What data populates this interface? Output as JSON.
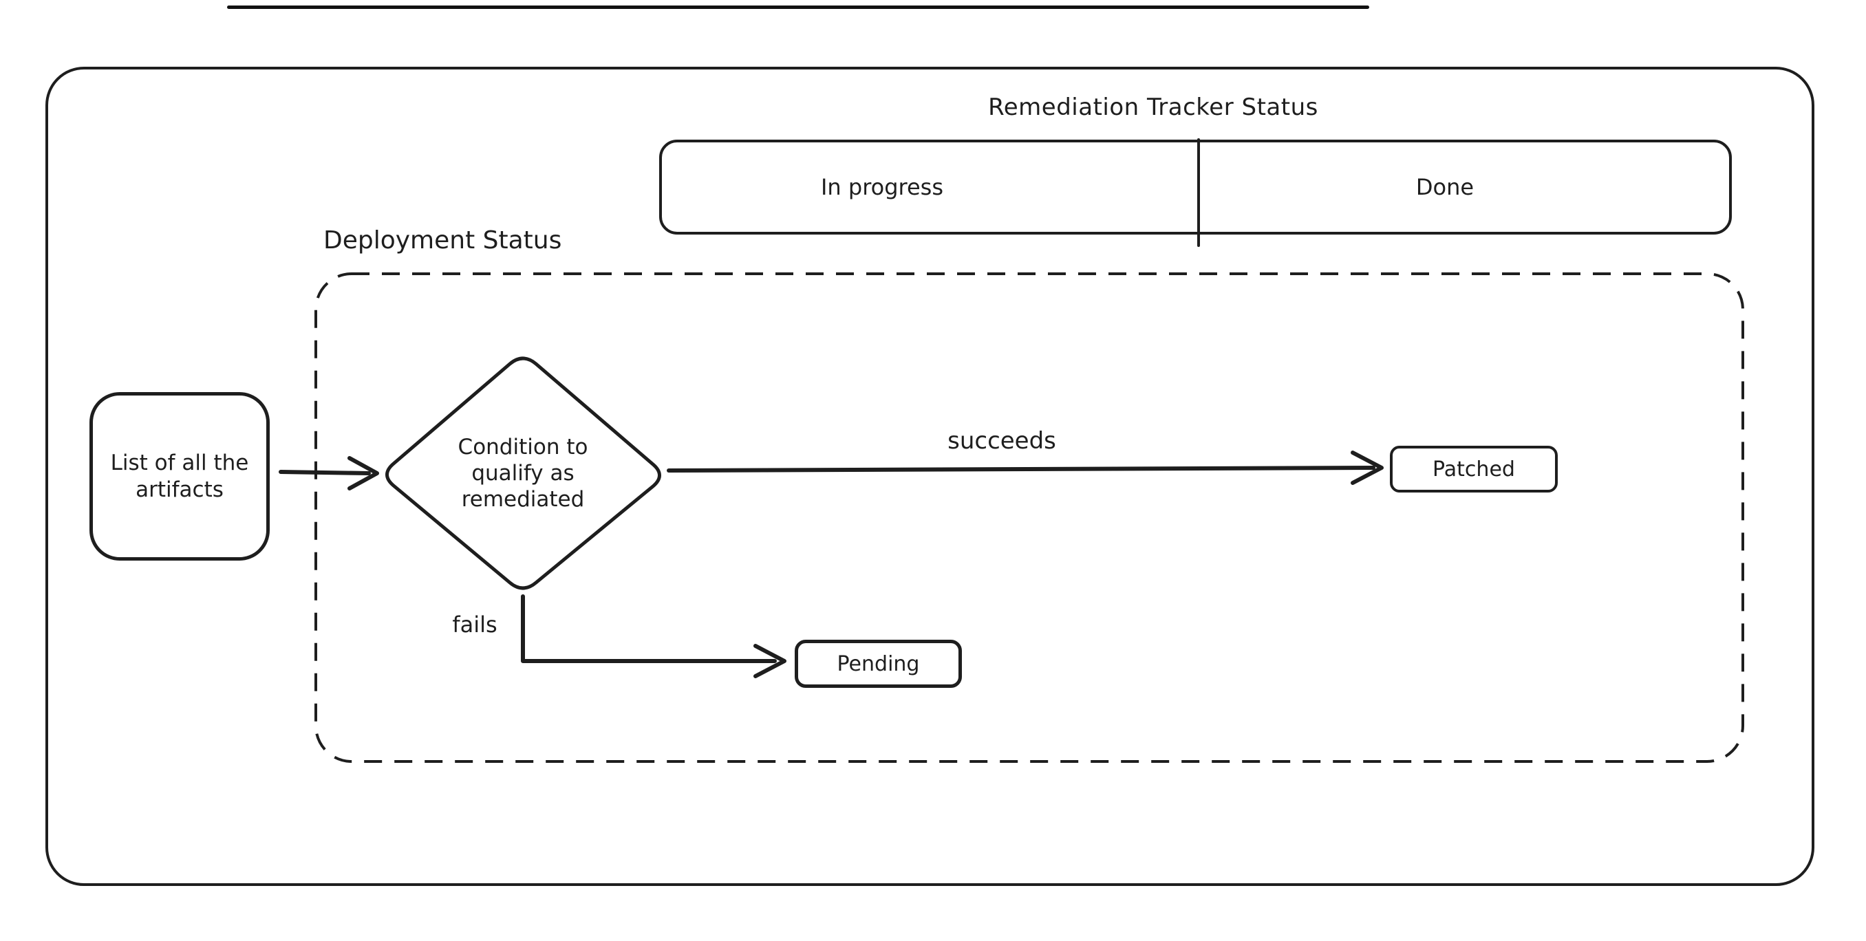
{
  "canvas": {
    "background": "#ffffff",
    "stroke_color": "#1e1e1e"
  },
  "title": "Remediation Tracker Status",
  "tracker": {
    "columns": [
      {
        "label": "In progress"
      },
      {
        "label": "Done"
      }
    ]
  },
  "deployment_region": {
    "label": "Deployment Status"
  },
  "nodes": {
    "artifacts_label": "List of all the artifacts",
    "condition_label": "Condition to qualify as remediated",
    "patched_label": "Patched",
    "pending_label": "Pending"
  },
  "edges": {
    "succeeds_label": "succeeds",
    "fails_label": "fails"
  }
}
